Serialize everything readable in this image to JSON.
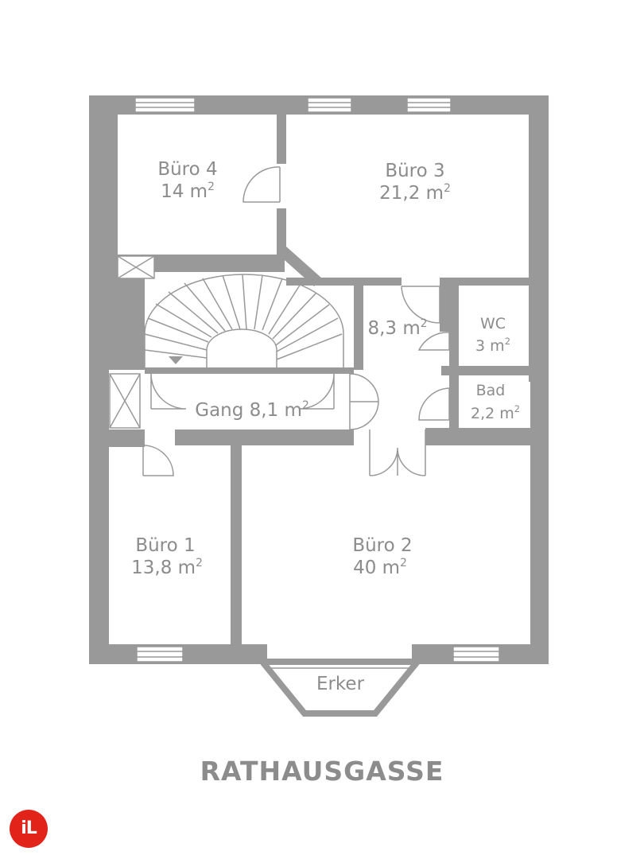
{
  "rooms": {
    "buero4": {
      "name": "Büro 4",
      "area": "14 m",
      "unit_exp": "2"
    },
    "buero3": {
      "name": "Büro 3",
      "area": "21,2 m",
      "unit_exp": "2"
    },
    "vorraum": {
      "area": "8,3 m",
      "unit_exp": "2"
    },
    "wc": {
      "name": "WC",
      "area": "3 m",
      "unit_exp": "2"
    },
    "bad": {
      "name": "Bad",
      "area": "2,2 m",
      "unit_exp": "2"
    },
    "gang": {
      "name": "Gang",
      "area": "8,1 m",
      "unit_exp": "2"
    },
    "buero1": {
      "name": "Büro 1",
      "area": "13,8 m",
      "unit_exp": "2"
    },
    "buero2": {
      "name": "Büro 2",
      "area": "40 m",
      "unit_exp": "2"
    },
    "erker": {
      "name": "Erker"
    }
  },
  "street_name": "RATHAUSGASSE",
  "logo_text": "iL",
  "colors": {
    "wall": "#999999",
    "text": "#8c8c8c",
    "logo": "#e2231a",
    "background": "#ffffff"
  }
}
